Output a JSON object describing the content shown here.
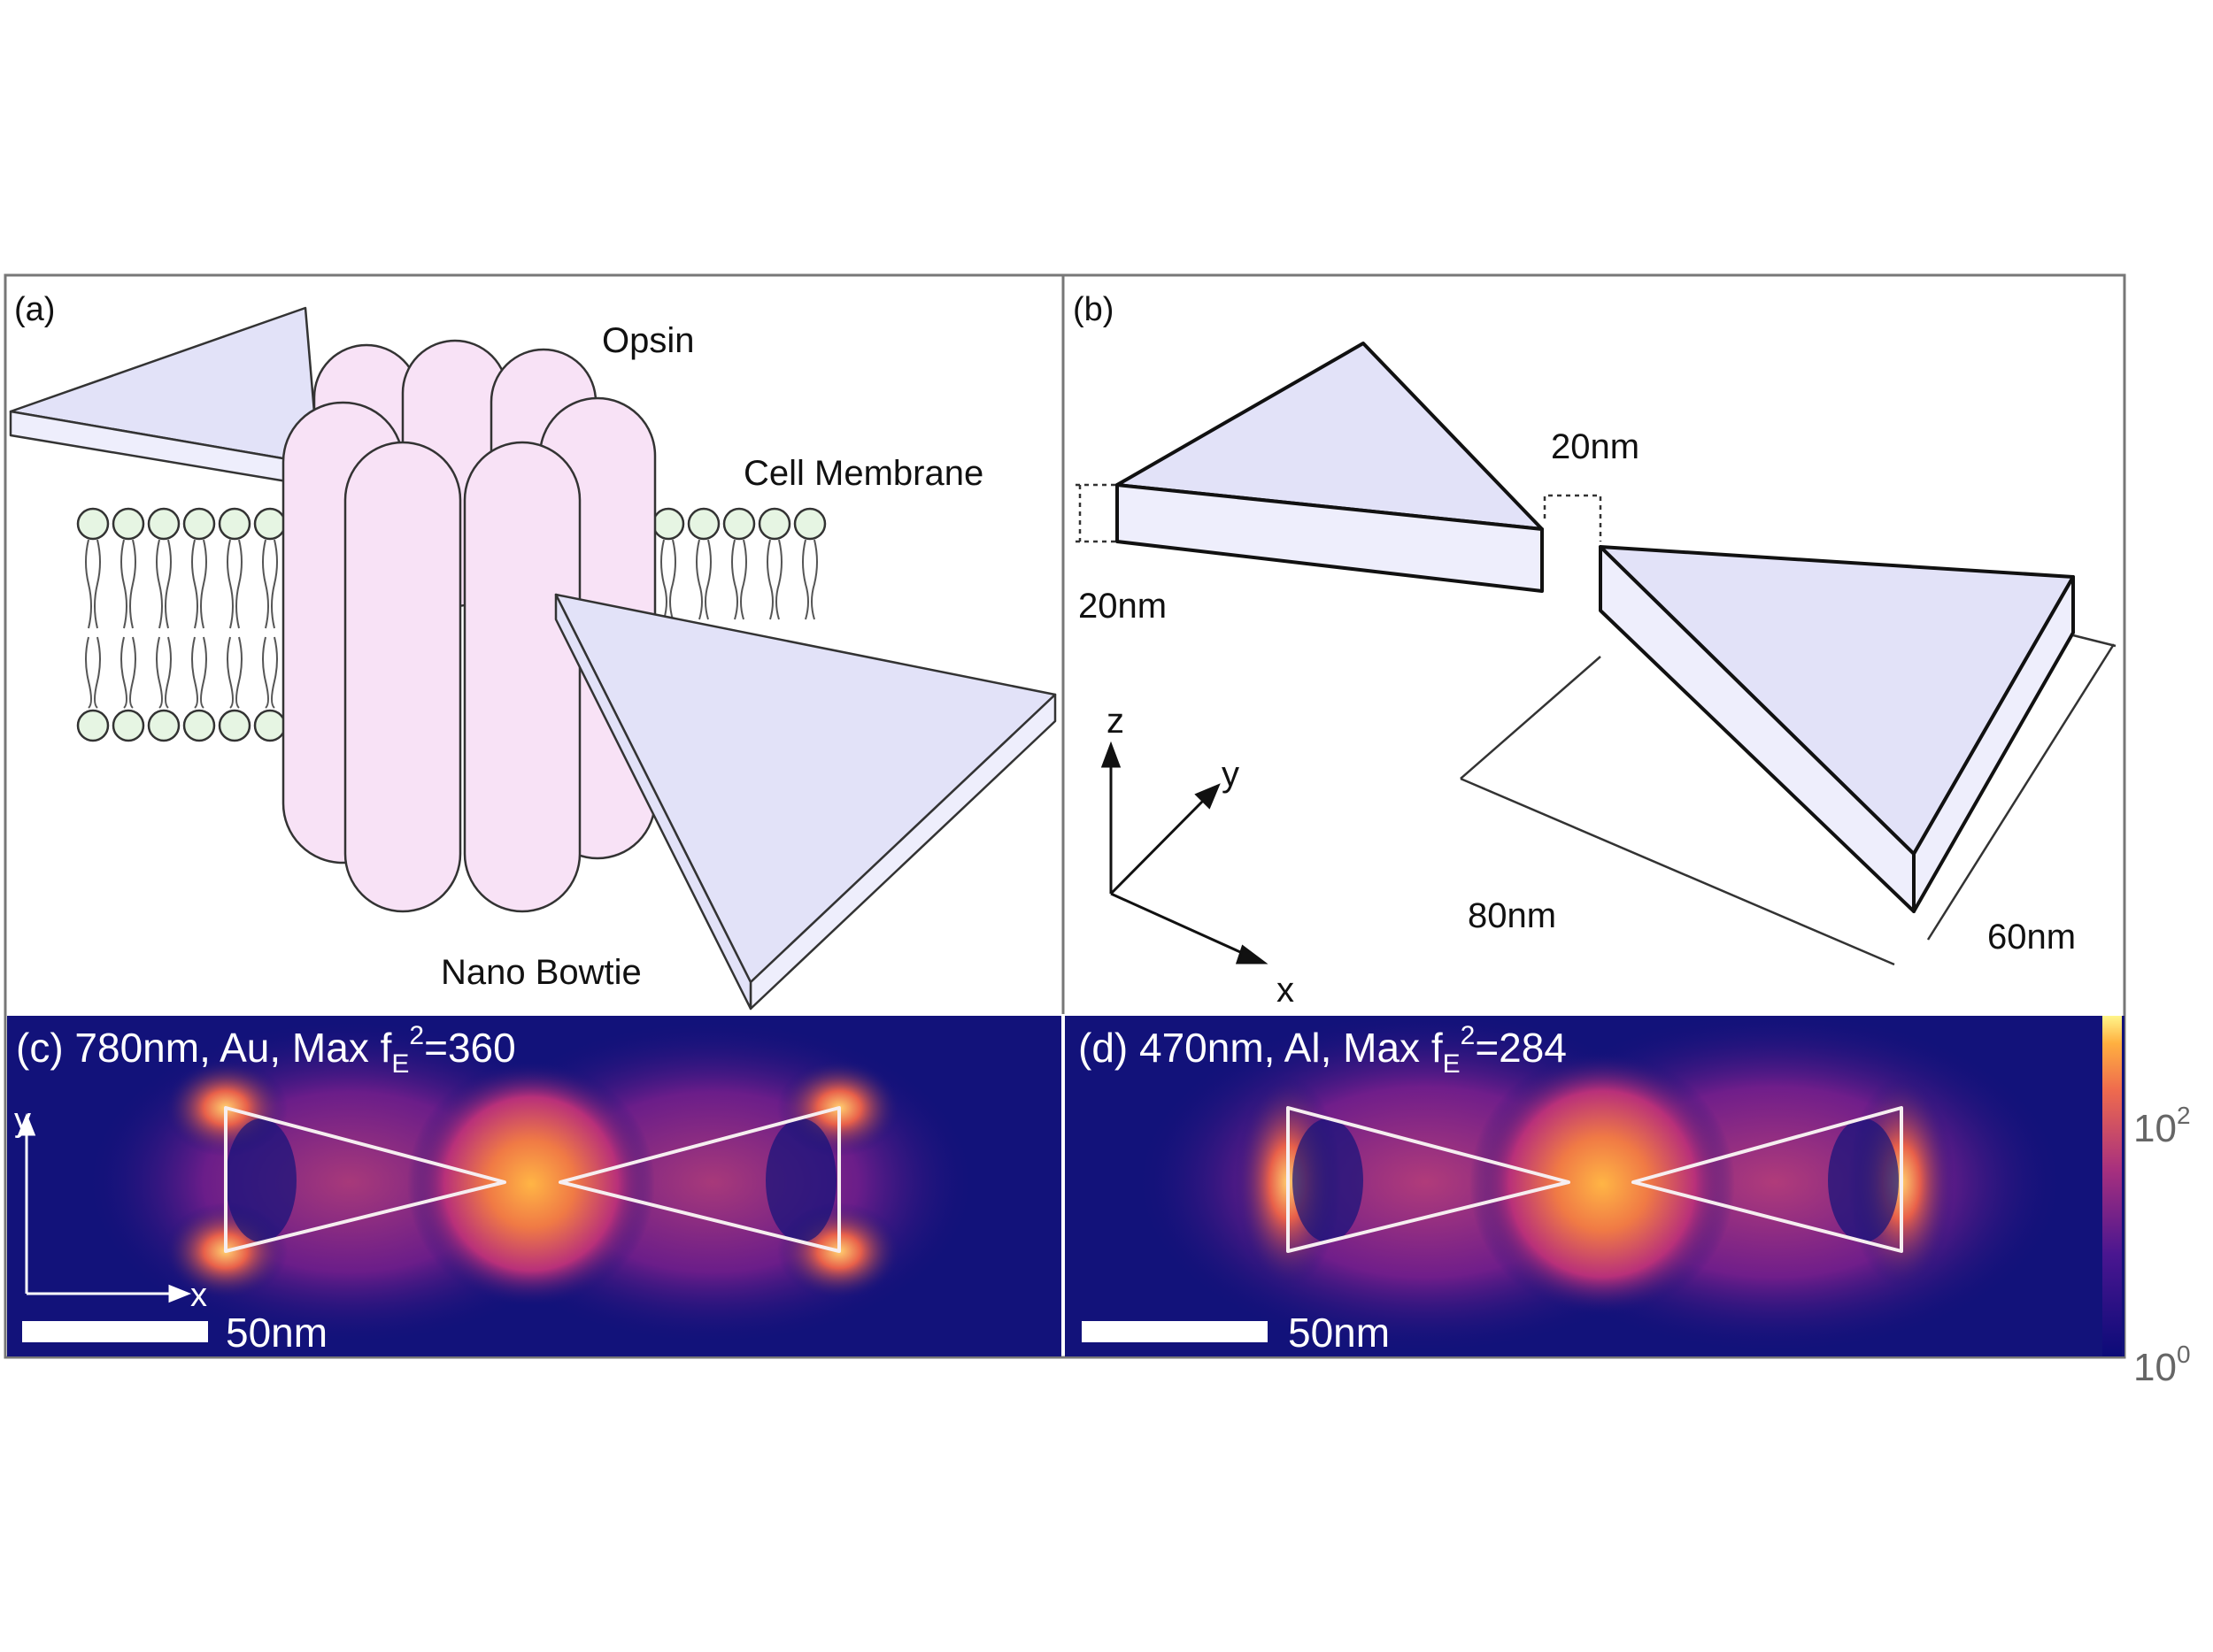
{
  "panel_a": {
    "tag": "(a)",
    "opsin": "Opsin",
    "cell_membrane": "Cell Membrane",
    "nano_bowtie": "Nano Bowtie"
  },
  "panel_b": {
    "tag": "(b)",
    "gap": "20nm",
    "thickness": "20nm",
    "length": "80nm",
    "width": "60nm",
    "axis_z": "z",
    "axis_y": "y",
    "axis_x": "x"
  },
  "panel_c": {
    "title_main": "(c) 780nm, Au, Max f",
    "title_sub": "E",
    "title_sup": "2",
    "title_tail": "=360",
    "axis_y": "y",
    "axis_x": "x",
    "scalebar": "50nm"
  },
  "panel_d": {
    "title_main": "(d) 470nm, Al, Max f",
    "title_sub": "E",
    "title_sup": "2",
    "title_tail": "=284",
    "scalebar": "50nm"
  },
  "colorbar": {
    "top_base": "10",
    "top_exp": "2",
    "bottom_base": "10",
    "bottom_exp": "0"
  },
  "colors": {
    "plate_face": "#e2e2f8",
    "plate_side": "#eeeefc",
    "opsin_fill": "#f8e2f6",
    "lipid_head": "#e6f5e3",
    "field_background": "#12127a",
    "hot_spot": "#ffb545"
  }
}
